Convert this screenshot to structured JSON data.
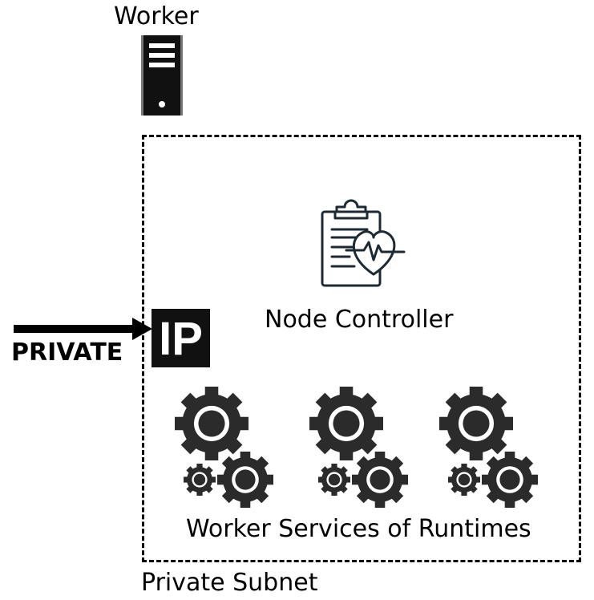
{
  "worker": {
    "title": "Worker",
    "icon": "server-icon"
  },
  "subnet": {
    "label": "Private Subnet"
  },
  "node_controller": {
    "label": "Node Controller",
    "icon": "clipboard-heart-icon"
  },
  "ingress": {
    "label": "PRIVATE",
    "icon": "ip-icon",
    "ip_text": "IP"
  },
  "services": {
    "label": "Worker Services of Runtimes",
    "icon": "gears-icon"
  },
  "colors": {
    "icon_dark": "#1e2a33",
    "gear": "#2b2b2b"
  }
}
